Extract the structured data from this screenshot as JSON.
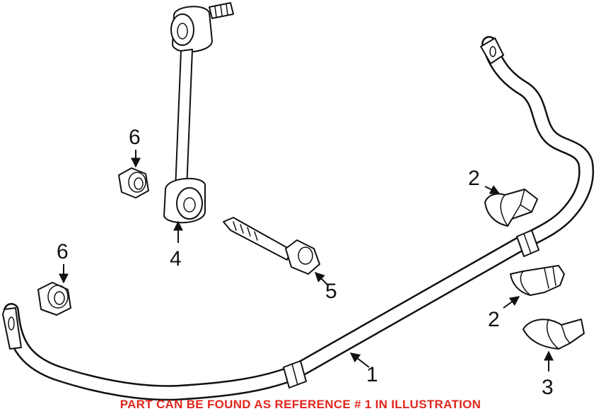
{
  "callouts": {
    "c1": "1",
    "c2a": "2",
    "c2b": "2",
    "c3": "3",
    "c4": "4",
    "c5": "5",
    "c6a": "6",
    "c6b": "6"
  },
  "footer": {
    "note": "PART CAN BE FOUND AS REFERENCE # 1 IN ILLUSTRATION",
    "note_color": "#e0261d"
  }
}
